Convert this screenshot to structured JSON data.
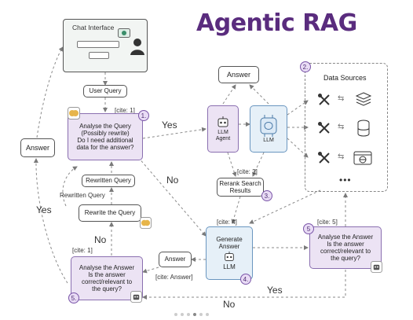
{
  "title": "Agentic RAG",
  "chat_interface": {
    "label": "Chat Interface",
    "field_placeholder": "",
    "button_label": ""
  },
  "nodes": {
    "user_query": "User Query",
    "analyse_query": {
      "cite": "[cite: 1]",
      "badge": "1.",
      "line1": "Analyse the Query",
      "line2": "(Possibly rewrite)",
      "line3": "Do I need additional",
      "line4": "data for the answer?"
    },
    "answer_left": "Answer",
    "rewritten_query": "Rewritten Query",
    "rewrite_query": "Rewrite the Query",
    "rewritten_query_side": "Rewritten Query",
    "analyse_answer_left": {
      "cite": "[cite: 1]",
      "badge": "5.",
      "line1": "Analyse the Answer",
      "line2": "Is the answer",
      "line3": "correct/relevant to",
      "line4": "the query?"
    },
    "answer_top": "Answer",
    "agent": {
      "label1": "LLM",
      "label2": "Agent"
    },
    "llm": {
      "label": "LLM"
    },
    "rerank": {
      "cite": "[cite: 3]",
      "line1": "Rerank Search",
      "line2": "Results",
      "badge": "3."
    },
    "generate": {
      "cite": "[cite: 4]",
      "line1": "Generate",
      "line2": "Answer",
      "label": "LLM",
      "badge": "4."
    },
    "answer_mid": "Answer",
    "answer_mid_cite": "[cite: Answer]",
    "data_sources": {
      "badge": "2.",
      "title": "Data Sources",
      "more": "•••"
    },
    "analyse_answer_right": {
      "cite": "[cite: 5]",
      "badge": "5",
      "line1": "Analyse the Answer",
      "line2": "Is the answer",
      "line3": "correct/relevant to",
      "line4": "the query?"
    }
  },
  "edge_labels": {
    "yes_top": "Yes",
    "no_mid": "No",
    "yes_left": "Yes",
    "no_rewrite": "No",
    "yes_bottom": "Yes",
    "no_bottom": "No"
  },
  "colors": {
    "title": "#5a2c7e",
    "purple_fill": "#ece3f4",
    "blue_fill": "#e6f0f8",
    "edge": "#7a7a7a"
  },
  "icons": [
    "brain-icon",
    "robot-icon",
    "chip-brain-icon",
    "tools-icon",
    "layers-icon",
    "database-icon",
    "browser-globe-icon",
    "person-icon",
    "plus-icon"
  ]
}
